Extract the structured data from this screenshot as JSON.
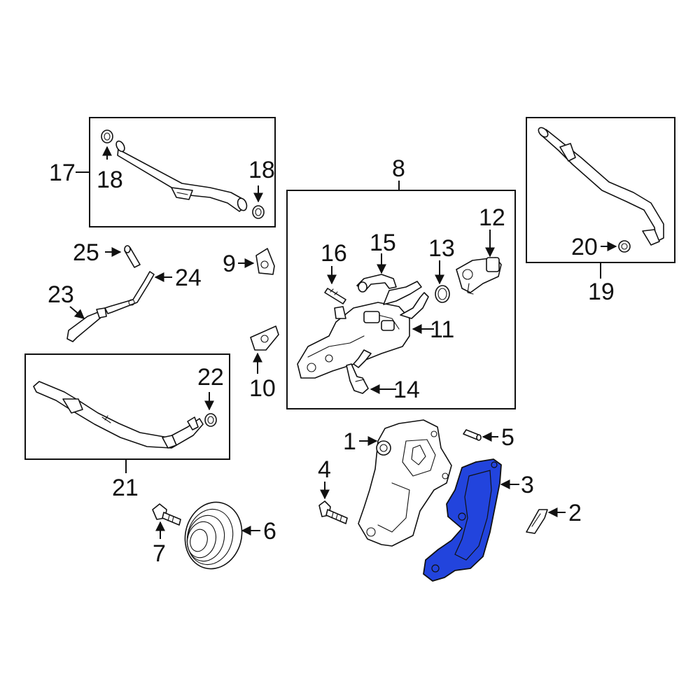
{
  "callouts": {
    "c1": "1",
    "c2": "2",
    "c3": "3",
    "c4": "4",
    "c5": "5",
    "c6": "6",
    "c7": "7",
    "c8": "8",
    "c9": "9",
    "c10": "10",
    "c11": "11",
    "c12": "12",
    "c13": "13",
    "c14": "14",
    "c15": "15",
    "c16": "16",
    "c17": "17",
    "c18a": "18",
    "c18b": "18",
    "c19": "19",
    "c20": "20",
    "c21": "21",
    "c22": "22",
    "c23": "23",
    "c24": "24",
    "c25": "25"
  },
  "colors": {
    "highlight": "#2244dd",
    "line": "#111111",
    "background": "#ffffff"
  },
  "highlighted_part": "3"
}
